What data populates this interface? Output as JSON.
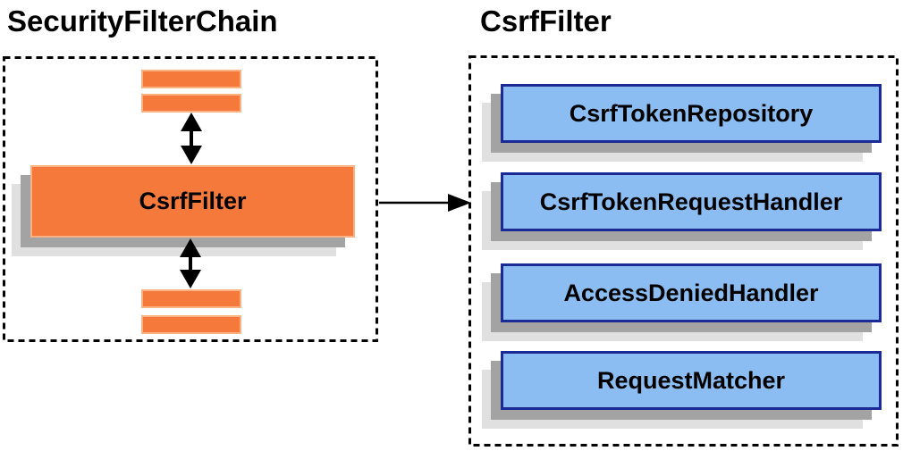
{
  "diagram": {
    "left": {
      "title": "SecurityFilterChain",
      "csrf_filter_label": "CsrfFilter"
    },
    "right": {
      "title": "CsrfFilter",
      "components": [
        "CsrfTokenRepository",
        "CsrfTokenRequestHandler",
        "AccessDeniedHandler",
        "RequestMatcher"
      ]
    },
    "colors": {
      "orange_fill": "#F4793B",
      "orange_border": "#F9B286",
      "blue_fill": "#8BBDF2",
      "blue_border": "#1B2A94",
      "shadow_dark": "#A3A3A3",
      "shadow_light": "#E0E0E0",
      "arrow": "#000000"
    }
  }
}
